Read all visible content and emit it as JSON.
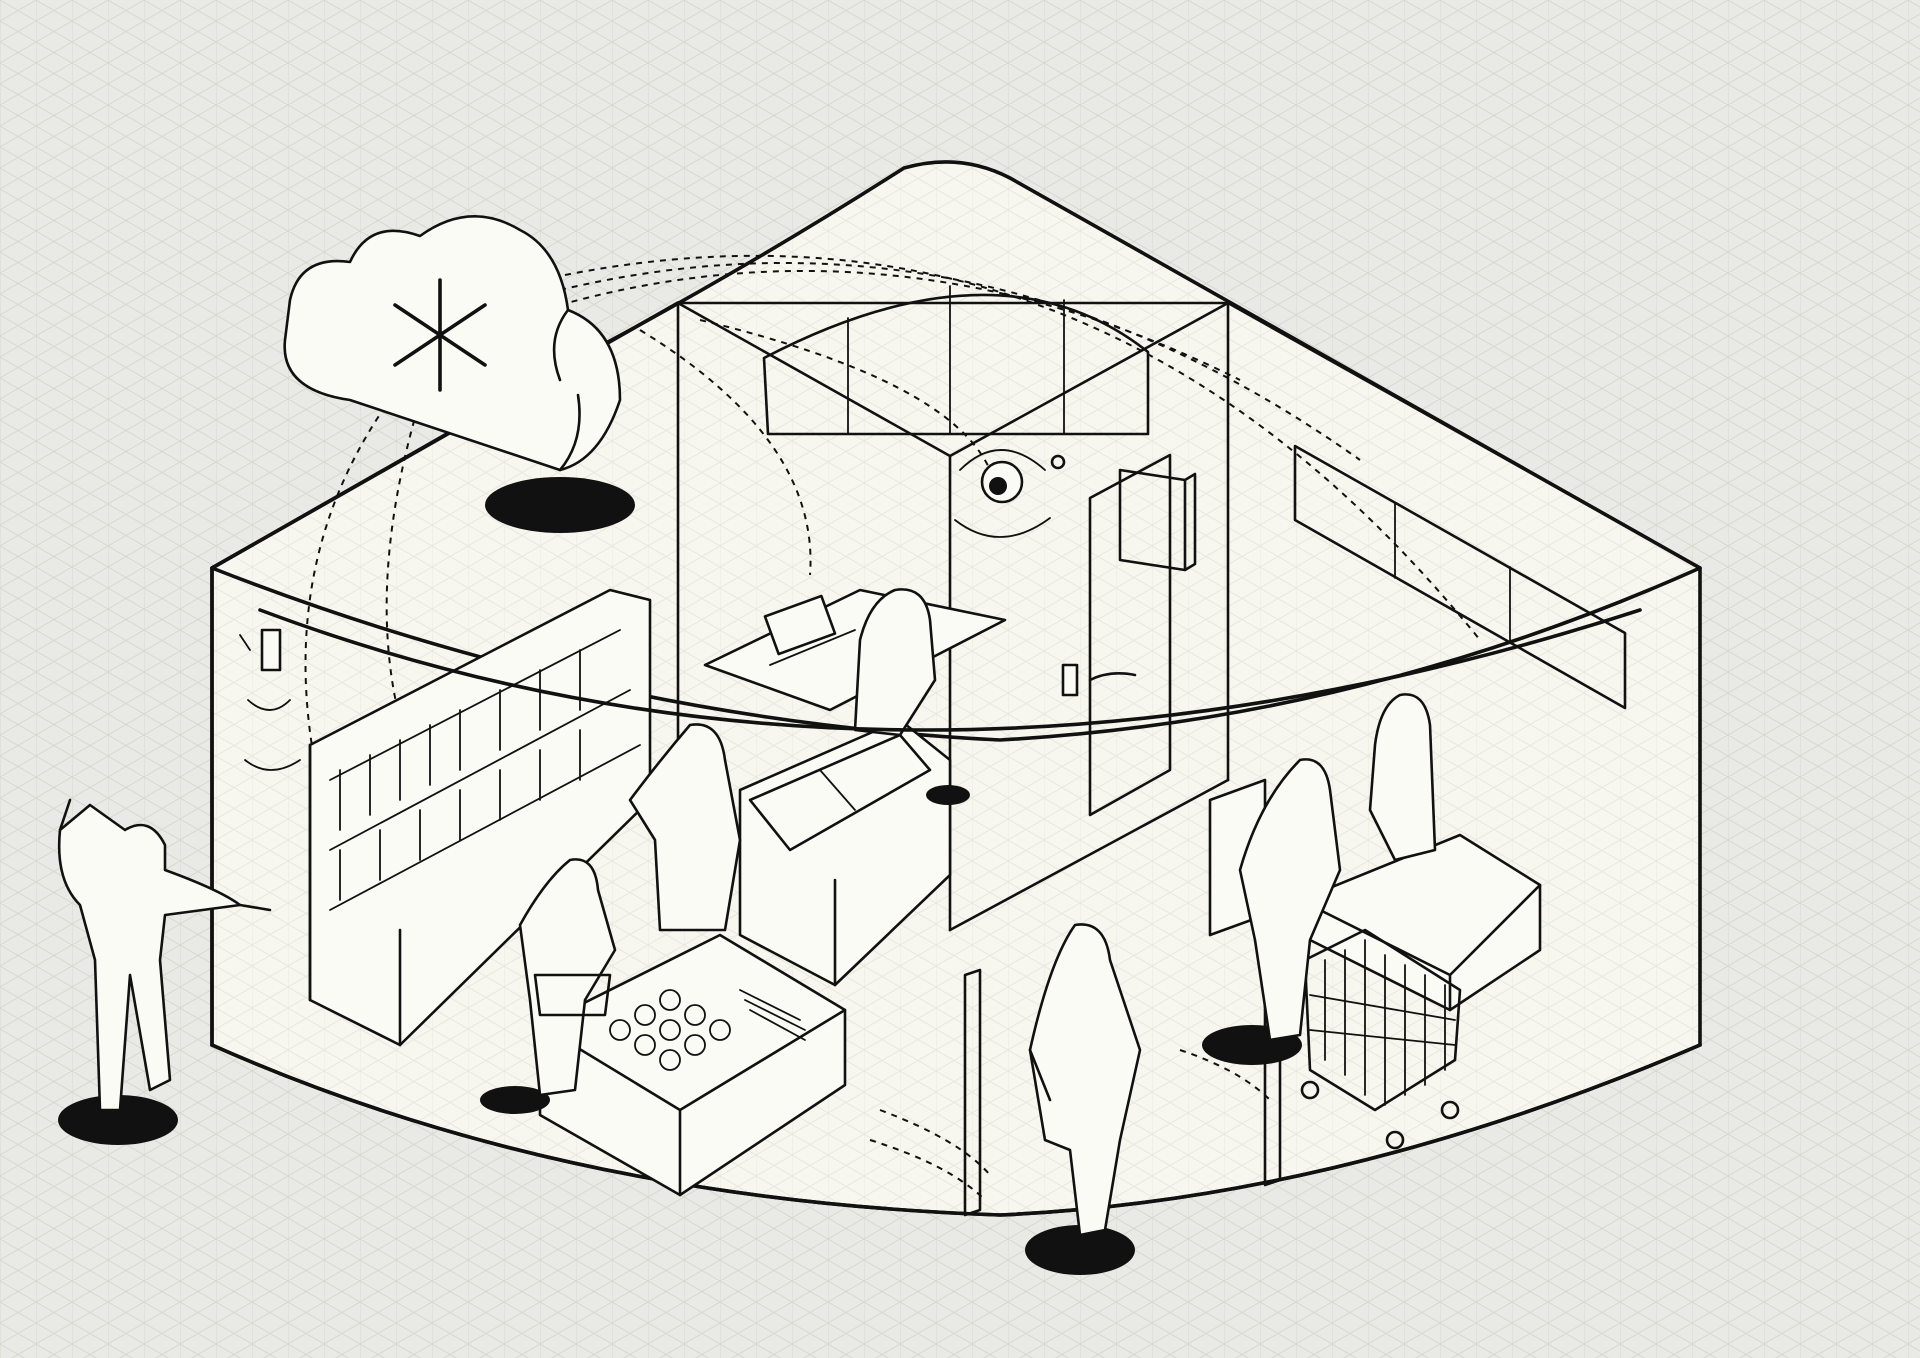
{
  "colors": {
    "background": "#e9eae6",
    "grid_line": "#d7d9cf",
    "floor_fill": "#f7f7ef",
    "ink": "#111111",
    "white": "#fbfbf6"
  },
  "icons": {
    "cloud": "cloud-icon",
    "cloud_symbol": "asterisk-icon",
    "camera": "security-camera-icon",
    "keypad": "door-keypad-icon",
    "alarm_sensor": "alarm-sensor-icon"
  },
  "scene": {
    "building": "store-building-cutaway",
    "rooms": [
      "sales-floor",
      "back-office",
      "checkout-area"
    ],
    "people": [
      "intruder",
      "shopper-with-basket",
      "shopper-at-shelf",
      "office-worker",
      "cashier",
      "customer-at-checkout",
      "woman-entering"
    ],
    "fixtures": [
      "shelving-unit",
      "produce-display",
      "freezer-case",
      "checkout-counter",
      "shopping-cart",
      "entrance-gates",
      "office-desk",
      "wall-panel"
    ]
  }
}
